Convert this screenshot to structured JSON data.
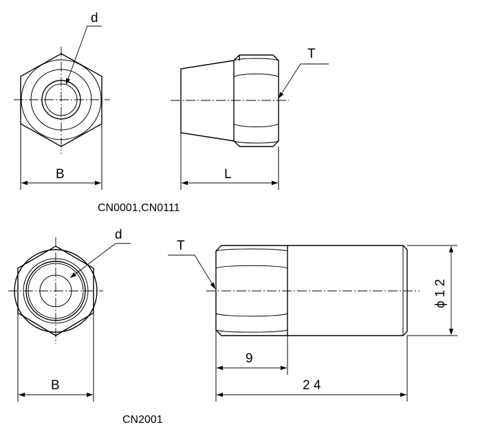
{
  "labels": {
    "top_d": "d",
    "top_T": "T",
    "top_B": "B",
    "top_L": "L",
    "bot_d": "d",
    "bot_T": "T",
    "bot_B": "B",
    "dim_9": "9",
    "dim_24": "2 4",
    "dim_phi12": "ϕ 1 2"
  },
  "captions": {
    "top": "CN0001,CN0111",
    "bottom": "CN2001"
  }
}
